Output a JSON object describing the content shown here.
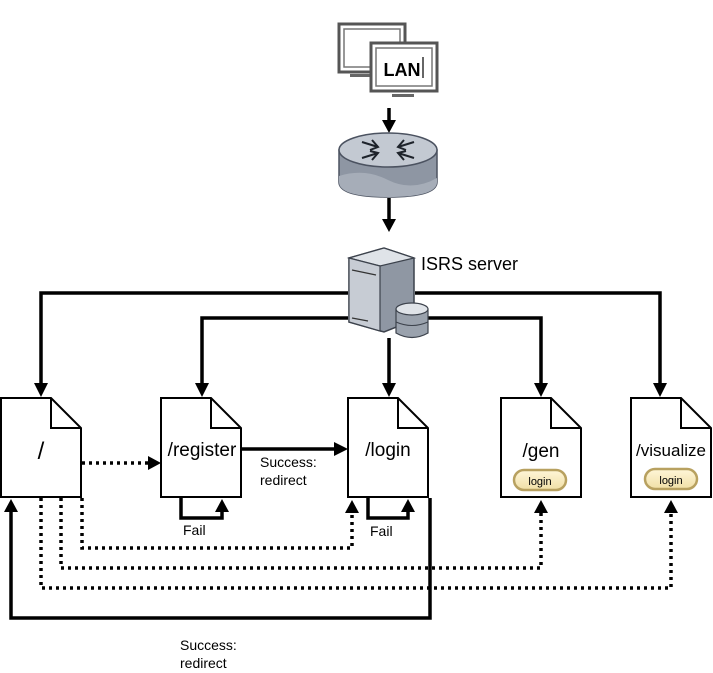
{
  "network": {
    "lan_label": "LAN",
    "server_label": "ISRS server"
  },
  "pages": {
    "root": "/",
    "register": "/register",
    "login": "/login",
    "gen": "/gen",
    "visualize": "/visualize"
  },
  "badges": {
    "gen_login": "login",
    "visualize_login": "login"
  },
  "edges": {
    "register_success_line1": "Success:",
    "register_success_line2": "redirect",
    "register_fail": "Fail",
    "login_fail": "Fail",
    "login_success_line1": "Success:",
    "login_success_line2": "redirect"
  }
}
